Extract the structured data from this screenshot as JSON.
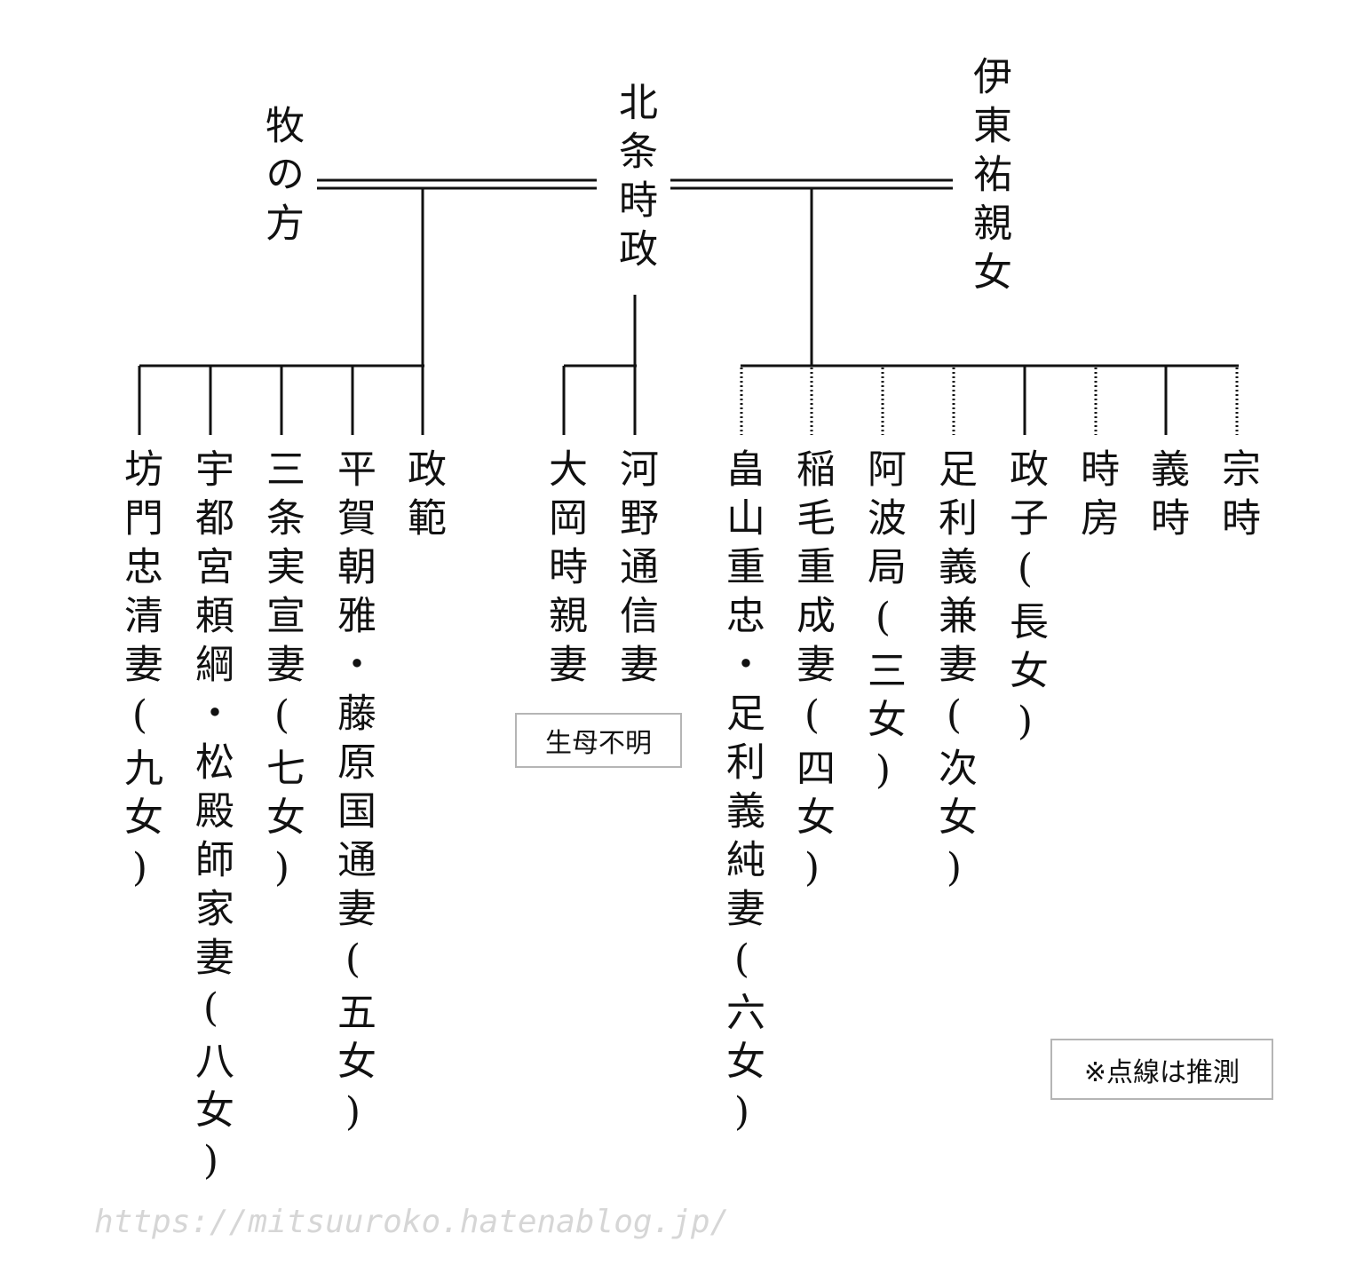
{
  "parents": {
    "left_spouse": "牧の方",
    "father": "北条時政",
    "right_spouse": "伊東祐親女"
  },
  "children": {
    "maki_line": [
      "坊門忠清妻(九女)",
      "宇都宮頼綱・松殿師家妻(八女)",
      "三条実宣妻(七女)",
      "平賀朝雅・藤原国通妻(五女)",
      "政範"
    ],
    "unknown_mother_line": [
      "大岡時親妻",
      "河野通信妻"
    ],
    "ito_line": [
      "畠山重忠・足利義純妻(六女)",
      "稲毛重成妻(四女)",
      "阿波局(三女)",
      "足利義兼妻(次女)",
      "政子(長女)",
      "時房",
      "義時",
      "宗時"
    ]
  },
  "notes": {
    "unknown_mother": "生母不明",
    "dotted_legend": "※点線は推測"
  },
  "watermark": "https://mitsuuroko.hatenablog.jp/",
  "colors": {
    "line": "#111111",
    "box_border": "#b5b5b5",
    "watermark": "#d6d6d6"
  }
}
